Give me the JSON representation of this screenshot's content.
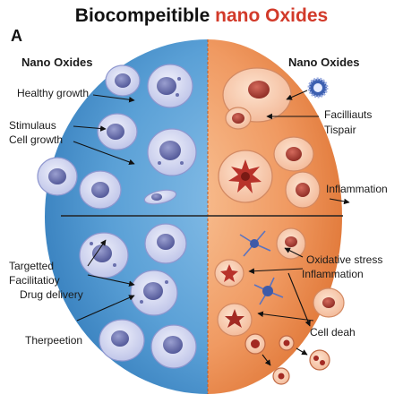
{
  "title": {
    "part1": "Biocompeitible",
    "part2": "nano Oxides",
    "accent_color": "#d23a2a"
  },
  "panel_letter": "A",
  "left_header": "Nano Oxides",
  "right_header": "Nano Oxides",
  "labels": {
    "healthy_growth": "Healthy growth",
    "stimulaus": "Stimulaus",
    "cell_growth": "Cell growth",
    "targetted": "Targetted",
    "facilitatioy": "Facilitatioy",
    "drug_delivery": "Drug delivery",
    "therpeetion": "Therpeetion",
    "facilliauts": "Facilliauts",
    "tispair": "Tispair",
    "inflammation_top": "Inflammation",
    "oxidative_stress": "Oxidative stress",
    "inflammation_bottom": "Inflammation",
    "cell_death": "Cell deah"
  },
  "colors": {
    "left_half": "#4a93cc",
    "right_half": "#ea8a52",
    "divider": "#222222"
  }
}
